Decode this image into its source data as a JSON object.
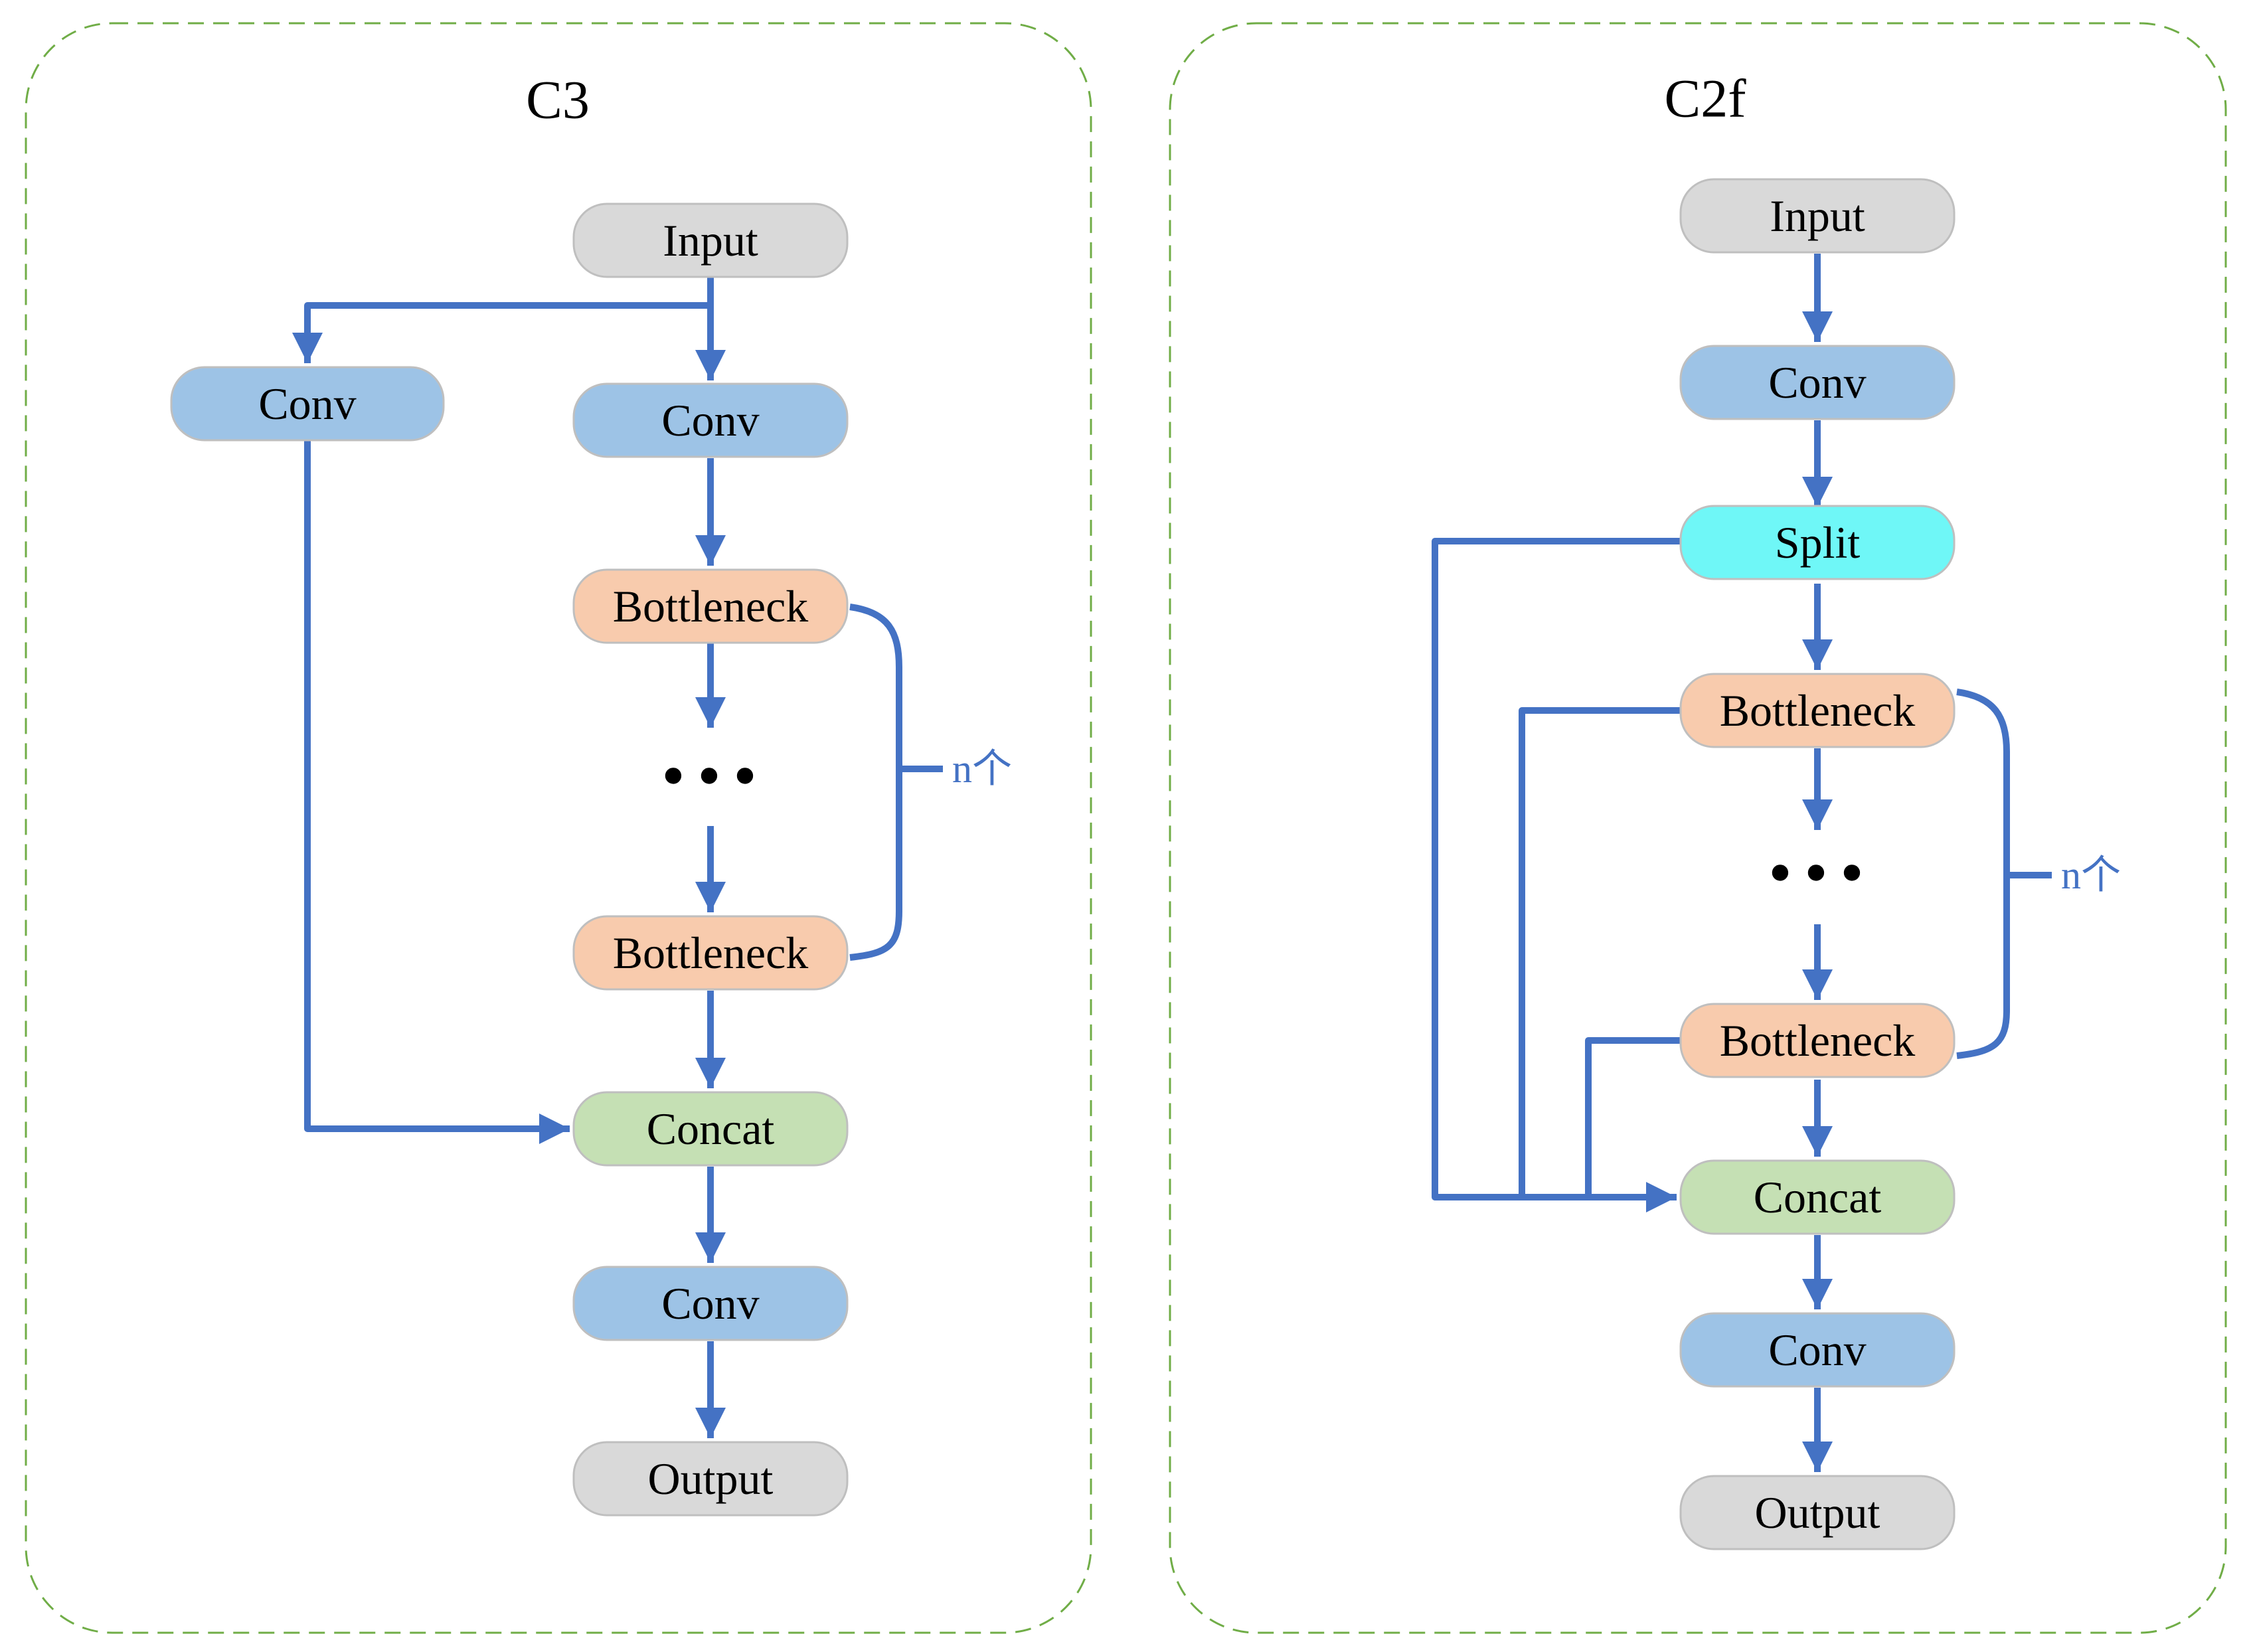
{
  "colors": {
    "arrow": "#4472C4",
    "panel_border": "#70AD47",
    "box_border": "#BFBFBF",
    "io_fill": "#D9D9D9",
    "conv_fill": "#9DC3E6",
    "bottleneck_fill": "#F8CBAD",
    "concat_fill": "#C5E0B4",
    "split_fill": "#6FF7F7",
    "text": "#000000"
  },
  "c3": {
    "title": "C3",
    "nodes": {
      "input": "Input",
      "conv_split": "Conv",
      "conv_main": "Conv",
      "bottleneck_first": "Bottleneck",
      "ellipsis": "···",
      "bottleneck_last": "Bottleneck",
      "concat": "Concat",
      "conv_out": "Conv",
      "output": "Output"
    },
    "repeat_label": "n个"
  },
  "c2f": {
    "title": "C2f",
    "nodes": {
      "input": "Input",
      "conv_in": "Conv",
      "split": "Split",
      "bottleneck_first": "Bottleneck",
      "ellipsis": "···",
      "bottleneck_last": "Bottleneck",
      "concat": "Concat",
      "conv_out": "Conv",
      "output": "Output"
    },
    "repeat_label": "n个"
  }
}
